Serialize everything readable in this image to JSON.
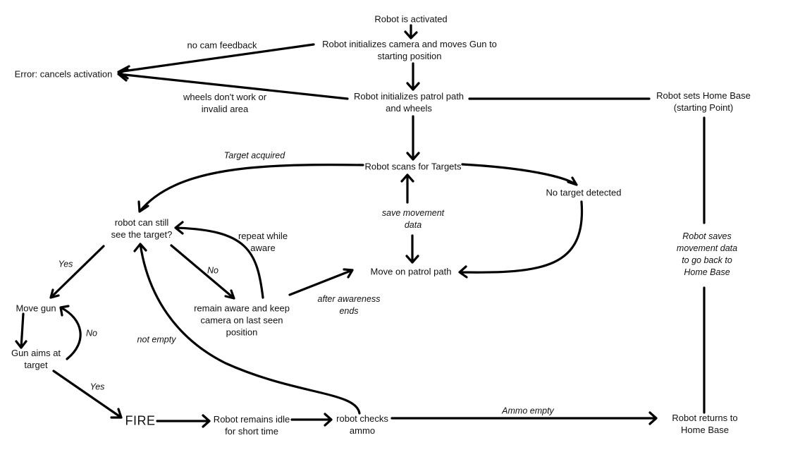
{
  "nodes": {
    "activated": "Robot is activated",
    "init_camera": "Robot initializes camera and moves Gun to\nstarting position",
    "error": "Error: cancels activation",
    "init_patrol": "Robot initializes patrol path\nand wheels",
    "home_base": "Robot sets Home Base\n(starting Point)",
    "scans": "Robot scans for Targets",
    "no_target": "No target detected",
    "can_see": "robot can still\nsee the target?",
    "move_patrol": "Move on patrol path",
    "move_gun": "Move gun",
    "remain_aware": "remain aware and keep\ncamera on last seen\nposition",
    "gun_aims": "Gun aims at\ntarget",
    "fire": "FIRE",
    "idle": "Robot remains idle\nfor short time",
    "checks_ammo": "robot checks\nammo",
    "returns_home": "Robot returns to\nHome Base"
  },
  "edge_labels": {
    "no_cam": "no cam feedback",
    "wheels_fail": "wheels don't work or\ninvalid area",
    "target_acquired": "Target acquired",
    "save_movement": "save movement\ndata",
    "repeat_aware": "repeat while\naware",
    "yes_move": "Yes",
    "no_aware": "No",
    "no_aim": "No",
    "after_awareness": "after awareness\nends",
    "not_empty": "not empty",
    "yes_fire": "Yes",
    "ammo_empty": "Ammo empty",
    "robot_saves": "Robot saves\nmovement data\nto go back to\nHome Base"
  }
}
